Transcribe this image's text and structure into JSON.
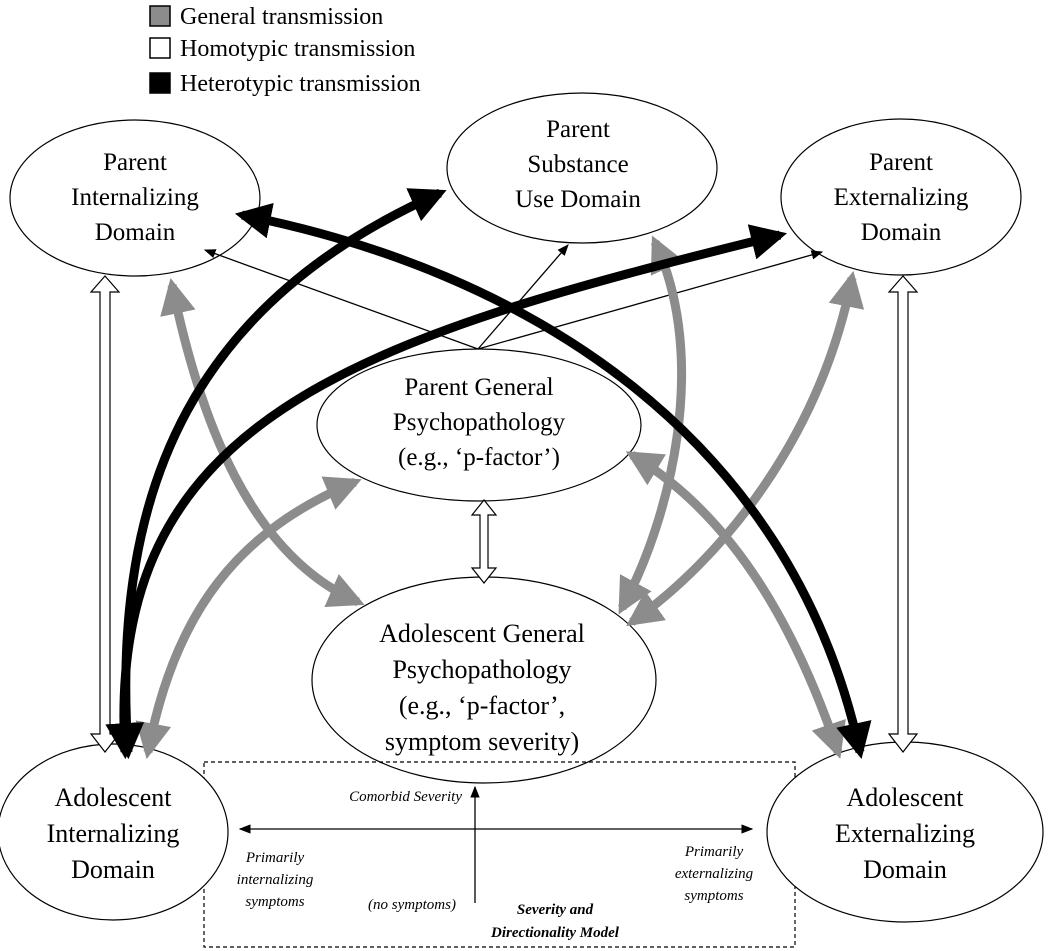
{
  "legend": {
    "general": {
      "label": "General transmission",
      "color": "#8c8c8c"
    },
    "homotypic": {
      "label": "Homotypic transmission",
      "color": "#ffffff"
    },
    "heterotypic": {
      "label": "Heterotypic transmission",
      "color": "#000000"
    }
  },
  "nodes": {
    "parent_internalizing": {
      "lines": [
        "Parent",
        "Internalizing",
        "Domain"
      ]
    },
    "parent_substance": {
      "lines": [
        "Parent",
        "Substance",
        "Use Domain"
      ]
    },
    "parent_externalizing": {
      "lines": [
        "Parent",
        "Externalizing",
        "Domain"
      ]
    },
    "parent_general": {
      "lines": [
        "Parent General",
        "Psychopathology",
        "(e.g., ‘p-factor’)"
      ]
    },
    "adolescent_general": {
      "lines": [
        "Adolescent General",
        "Psychopathology",
        "(e.g., ‘p-factor’,",
        "symptom severity)"
      ]
    },
    "adolescent_internalizing": {
      "lines": [
        "Adolescent",
        "Internalizing",
        "Domain"
      ]
    },
    "adolescent_externalizing": {
      "lines": [
        "Adolescent",
        "Externalizing",
        "Domain"
      ]
    }
  },
  "model": {
    "title_lines": [
      "Severity and",
      "Directionality Model"
    ],
    "up_label": "Comorbid Severity",
    "origin_label": "(no symptoms)",
    "left_label": [
      "Primarily",
      "internalizing",
      "symptoms"
    ],
    "right_label": [
      "Primarily",
      "externalizing",
      "symptoms"
    ]
  }
}
